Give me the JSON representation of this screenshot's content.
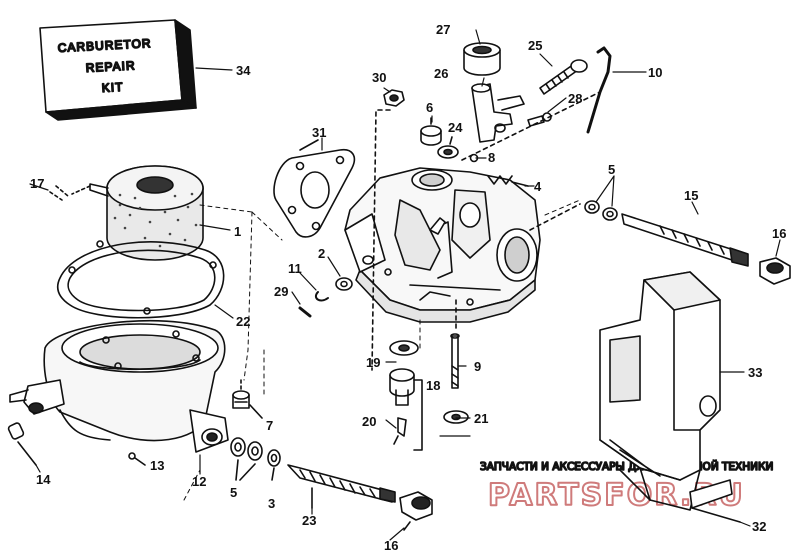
{
  "kit_box": {
    "line1": "CARBURETOR",
    "line2": "REPAIR",
    "line3": "KIT"
  },
  "watermark": {
    "top_text": "ЗАПЧАСТИ И АКСЕССУАРЫ ДЛЯ ЛОДОЧНОЙ ТЕХНИКИ",
    "logo_text": "PARTSFOR.RU"
  },
  "callouts": {
    "c1": "1",
    "c2": "2",
    "c3": "3",
    "c4": "4",
    "c5a": "5",
    "c5b": "5",
    "c6": "6",
    "c7": "7",
    "c8": "8",
    "c9": "9",
    "c10": "10",
    "c11": "11",
    "c12": "12",
    "c13": "13",
    "c14": "14",
    "c15": "15",
    "c16a": "16",
    "c16b": "16",
    "c17": "17",
    "c18": "18",
    "c19": "19",
    "c20": "20",
    "c21": "21",
    "c22": "22",
    "c23": "23",
    "c24": "24",
    "c25": "25",
    "c26": "26",
    "c27": "27",
    "c28": "28",
    "c29": "29",
    "c30": "30",
    "c31": "31",
    "c32": "32",
    "c33": "33",
    "c34": "34"
  }
}
